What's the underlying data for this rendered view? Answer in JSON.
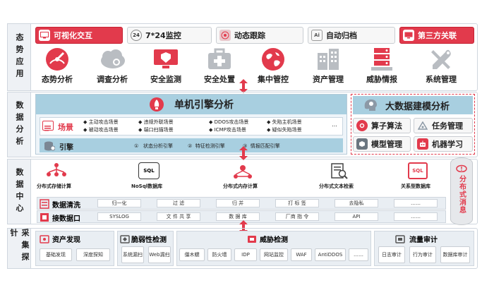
{
  "layers": {
    "situation": "态势应用",
    "analysis": "数据分析",
    "center": "数据中心",
    "collect": "采集探针"
  },
  "top_tabs": [
    "可视化交互",
    "7*24监控",
    "动态跟踪",
    "自动归档",
    "第三方关联"
  ],
  "top_tab_icon_text": {
    "clock": "24",
    "ai": "Ai"
  },
  "apps": [
    "态势分析",
    "调查分析",
    "安全监测",
    "安全处置",
    "集中管控",
    "资产管理",
    "威胁情报",
    "系统管理"
  ],
  "engine": {
    "title": "单机引擎分析",
    "scene_label": "场景",
    "scenes": [
      "主动攻击场景",
      "被动攻击场景",
      "违规外联场景",
      "端口扫描场景",
      "DDOS攻击场景",
      "ICMP攻击场景",
      "失陷主机场景",
      "疑似失陷场景",
      "…"
    ],
    "engine_label": "引擎",
    "items": [
      {
        "num": "①",
        "label": "状态分析引擎"
      },
      {
        "num": "②",
        "label": "特征检测引擎"
      },
      {
        "num": "③",
        "label": "情报匹配引擎"
      }
    ]
  },
  "bigdata": {
    "title": "大数据建模分析",
    "items": [
      "算子算法",
      "任务管理",
      "模型管理",
      "机器学习"
    ]
  },
  "storage": [
    {
      "label": "分布式存储计算"
    },
    {
      "label": "NoSql数据库",
      "icon_text": "SQL"
    },
    {
      "label": "分布式内存计算"
    },
    {
      "label": "分布式文本检索"
    },
    {
      "label": "关系型数据库",
      "icon_text": "SQL"
    }
  ],
  "cleaning": {
    "label": "数据清洗",
    "cells": [
      "归一化",
      "过 滤",
      "归 并",
      "打 标 签",
      "去隐私",
      "……"
    ]
  },
  "interface": {
    "label": "接数据口",
    "cells": [
      "SYSLOG",
      "文 件 共 享",
      "数 据 库",
      "厂商 指 令",
      "API",
      "……"
    ]
  },
  "queue": {
    "label": "分布式消息"
  },
  "collect": {
    "asset": {
      "title": "资产发现",
      "items": [
        "基础发现",
        "深度探知"
      ]
    },
    "vuln": {
      "title": "脆弱性检测",
      "items": [
        "系统漏扫",
        "Web漏扫"
      ]
    },
    "threat": {
      "title": "威胁检测",
      "items": [
        "僵木蠕",
        "防火墙",
        "IDP",
        "网站监控",
        "WAF",
        "AntiDDOS",
        "……"
      ]
    },
    "audit": {
      "title": "流量审计",
      "items": [
        "日志审计",
        "行为审计",
        "数据库审计"
      ]
    }
  },
  "colors": {
    "accent": "#e23a4c",
    "engine_bg": "#d3e3ef",
    "engine_band": "#a8cfe0",
    "gray_icon": "#b9bdc2"
  }
}
